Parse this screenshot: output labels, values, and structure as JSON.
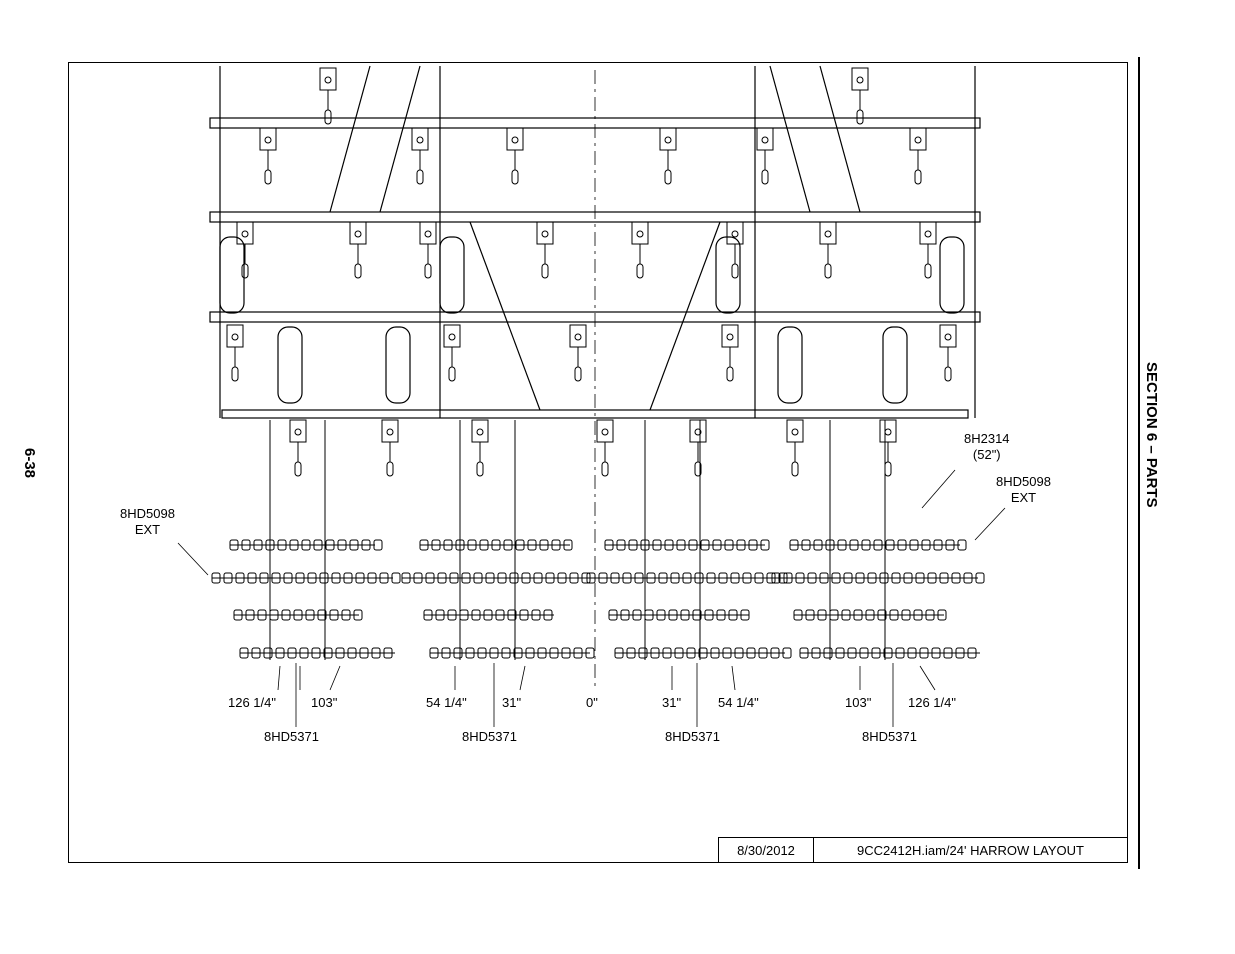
{
  "page": {
    "number": "6-38",
    "section": "SECTION 6 – PARTS"
  },
  "callouts": {
    "left_ext_part": "8HD5098",
    "left_ext_sub": "EXT",
    "right_ext_part": "8HD5098",
    "right_ext_sub": "EXT",
    "pin_part": "8H2314",
    "pin_sub": "(52\")"
  },
  "dimensions": [
    "126 1/4\"",
    "103\"",
    "54 1/4\"",
    "31\"",
    "0\"",
    "31\"",
    "54 1/4\"",
    "103\"",
    "126 1/4\""
  ],
  "harrow_parts": [
    "8HD5371",
    "8HD5371",
    "8HD5371",
    "8HD5371"
  ],
  "title_block": {
    "date": "8/30/2012",
    "file": "9CC2412H.iam/24' HARROW LAYOUT"
  }
}
